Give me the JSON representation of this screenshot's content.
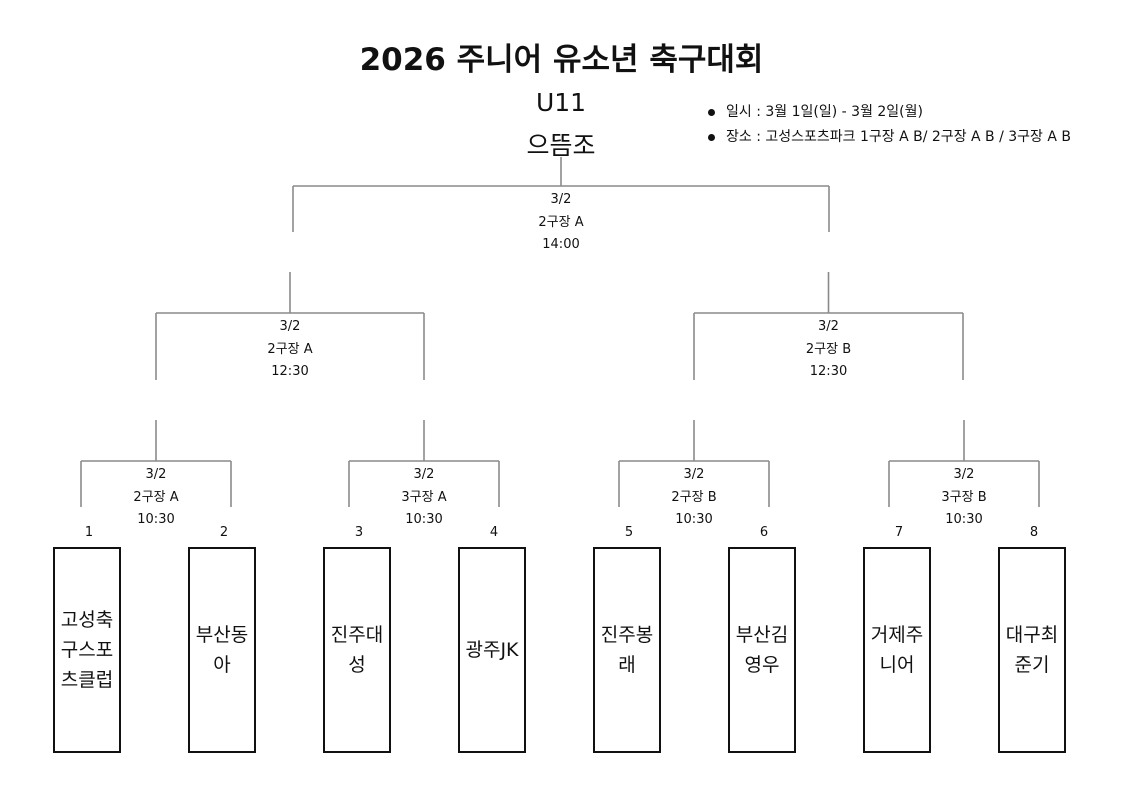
{
  "title": "2026 주니어 유소년 축구대회",
  "division": "U11",
  "group": "으뜸조",
  "info": {
    "date": "일시 : 3월 1일(일) - 3월 2일(월)",
    "venue": "장소 : 고성스포츠파크 1구장 A B/ 2구장 A B / 3구장 A B"
  },
  "final": {
    "date": "3/2",
    "field": "2구장 A",
    "time": "14:00"
  },
  "semifinals": [
    {
      "date": "3/2",
      "field": "2구장 A",
      "time": "12:30"
    },
    {
      "date": "3/2",
      "field": "2구장 B",
      "time": "12:30"
    }
  ],
  "quarterfinals": [
    {
      "date": "3/2",
      "field": "2구장 A",
      "time": "10:30"
    },
    {
      "date": "3/2",
      "field": "3구장 A",
      "time": "10:30"
    },
    {
      "date": "3/2",
      "field": "2구장 B",
      "time": "10:30"
    },
    {
      "date": "3/2",
      "field": "3구장 B",
      "time": "10:30"
    }
  ],
  "teams": [
    {
      "seed": "1",
      "name": "고성축구스포츠클럽"
    },
    {
      "seed": "2",
      "name": "부산동아"
    },
    {
      "seed": "3",
      "name": "진주대성"
    },
    {
      "seed": "4",
      "name": "광주JK"
    },
    {
      "seed": "5",
      "name": "진주봉래"
    },
    {
      "seed": "6",
      "name": "부산김영우"
    },
    {
      "seed": "7",
      "name": "거제주니어"
    },
    {
      "seed": "8",
      "name": "대구최준기"
    }
  ]
}
